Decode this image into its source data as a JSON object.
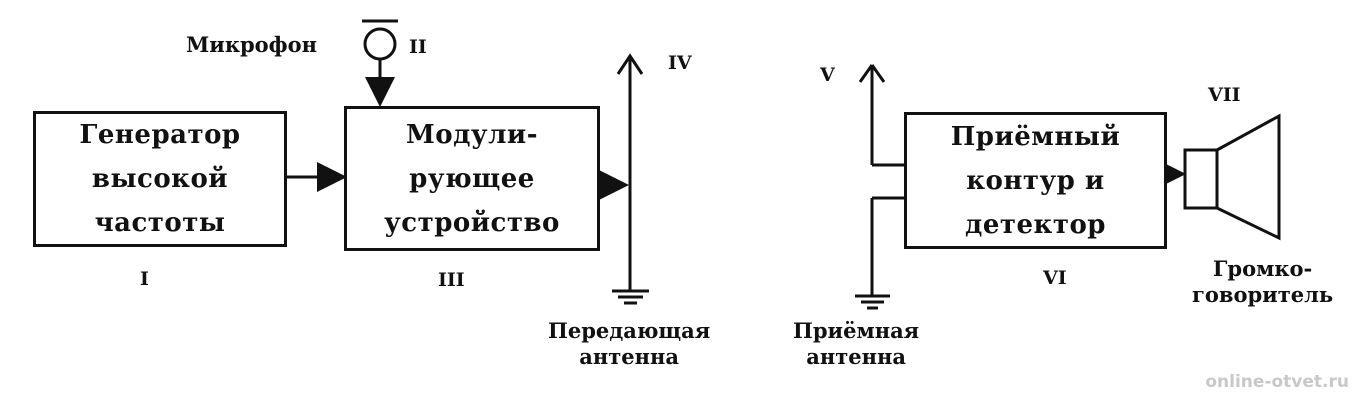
{
  "blocks": {
    "generator": "Генератор\nвысокой\nчастоты",
    "modulator": "Модули-\nрующее\nустройство",
    "receiver": "Приёмный\nконтур и\nдетектор"
  },
  "labels": {
    "microphone": "Микрофон",
    "transmit_antenna": "Передающая\nантенна",
    "receive_antenna": "Приёмная\nантенна",
    "loudspeaker": "Громко-\nговоритель"
  },
  "roman": {
    "I": "I",
    "II": "II",
    "III": "III",
    "IV": "IV",
    "V": "V",
    "VI": "VI",
    "VII": "VII"
  },
  "watermark": "online-otvet.ru"
}
